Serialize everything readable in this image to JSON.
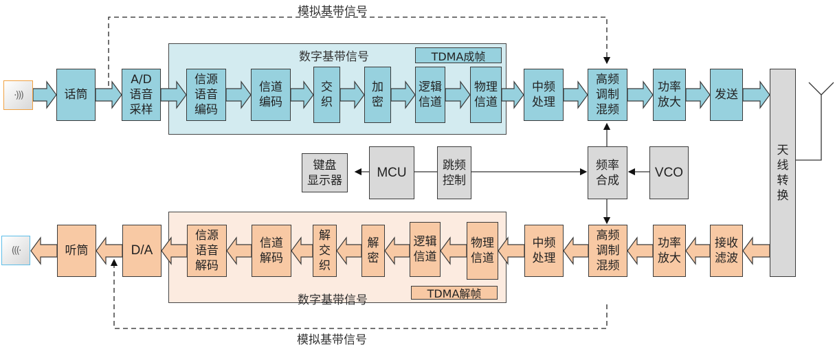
{
  "diagram": {
    "analog_label_top": "模拟基带信号",
    "analog_label_bottom": "模拟基带信号",
    "tx_group": {
      "label": "数字基带信号",
      "frame_label": "TDMA成帧"
    },
    "rx_group": {
      "label": "数字基带信号",
      "frame_label": "TDMA解帧"
    },
    "tx_chain": [
      {
        "id": "mic",
        "label": "话筒"
      },
      {
        "id": "ad",
        "label": "A/D\n语音\n采样"
      },
      {
        "id": "src-enc",
        "label": "信源\n语音\n编码"
      },
      {
        "id": "ch-enc",
        "label": "信道\n编码"
      },
      {
        "id": "interleave",
        "label": "交\n织"
      },
      {
        "id": "encrypt",
        "label": "加\n密"
      },
      {
        "id": "logic-ch",
        "label": "逻辑\n信道"
      },
      {
        "id": "phys-ch",
        "label": "物理\n信道"
      },
      {
        "id": "if",
        "label": "中频\n处理"
      },
      {
        "id": "rf-mod",
        "label": "高频\n调制\n混频"
      },
      {
        "id": "pa",
        "label": "功率\n放大"
      },
      {
        "id": "send",
        "label": "发送"
      }
    ],
    "rx_chain": [
      {
        "id": "earpiece",
        "label": "听筒"
      },
      {
        "id": "da",
        "label": "D/A"
      },
      {
        "id": "src-dec",
        "label": "信源\n语音\n解码"
      },
      {
        "id": "ch-dec",
        "label": "信道\n解码"
      },
      {
        "id": "deinterleave",
        "label": "解\n交\n织"
      },
      {
        "id": "decrypt",
        "label": "解\n密"
      },
      {
        "id": "logic-ch",
        "label": "逻辑\n信道"
      },
      {
        "id": "phys-ch",
        "label": "物理\n信道"
      },
      {
        "id": "if",
        "label": "中频\n处理"
      },
      {
        "id": "rf-mix",
        "label": "高频\n调制\n混频"
      },
      {
        "id": "pa",
        "label": "功率\n放大"
      },
      {
        "id": "rx-filter",
        "label": "接收\n滤波"
      }
    ],
    "control": [
      {
        "id": "keypad",
        "label": "键盘\n显示器"
      },
      {
        "id": "mcu",
        "label": "MCU"
      },
      {
        "id": "hop",
        "label": "跳频\n控制"
      },
      {
        "id": "synth",
        "label": "频率\n合成"
      },
      {
        "id": "vco",
        "label": "VCO"
      }
    ],
    "antenna_switch": {
      "label": "天\n线\n转\n换"
    },
    "colors": {
      "tx": "#97d1de",
      "rx": "#f8c9a4",
      "control": "#d9d9d9",
      "tx_group": "#d3ebf0",
      "rx_group": "#fcebe0"
    }
  }
}
